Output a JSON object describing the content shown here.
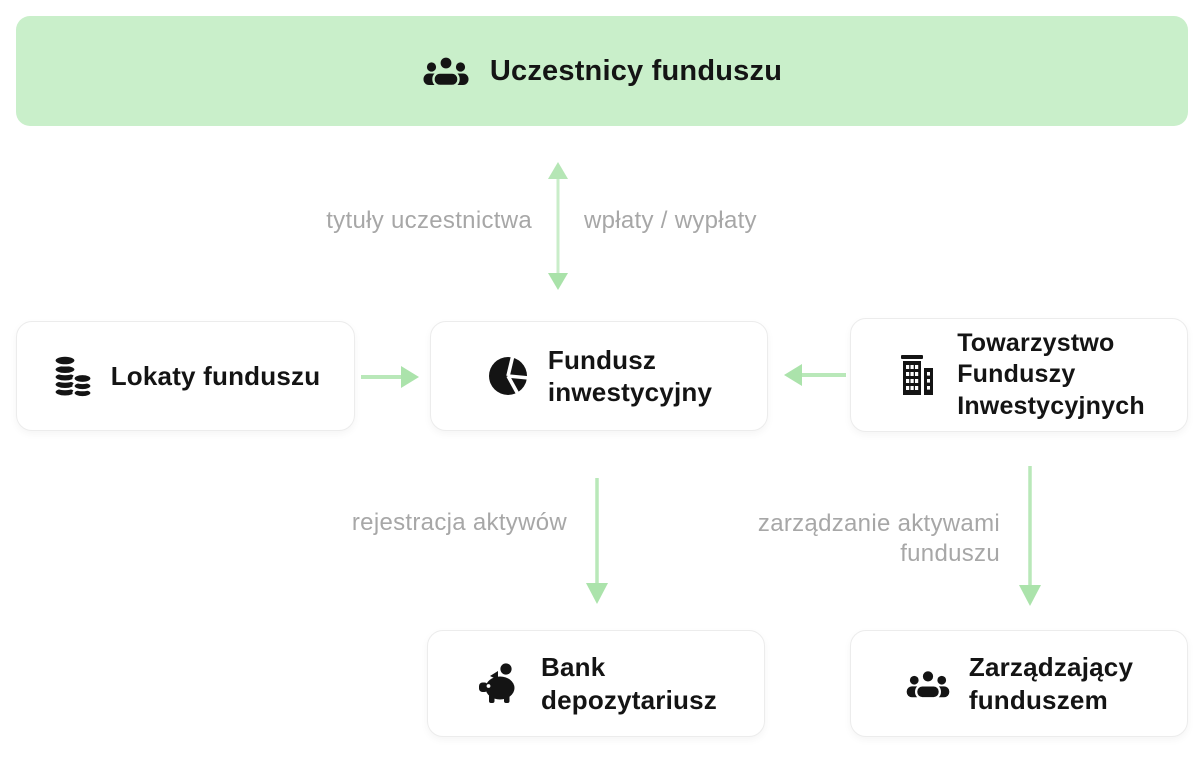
{
  "diagram": {
    "banner": {
      "label": "Uczestnicy funduszu",
      "icon": "people-group-icon"
    },
    "flow_labels": {
      "participation_titles": "tytuły uczestnictwa",
      "payments": "wpłaty / wypłaty",
      "asset_registration": "rejestracja aktywów",
      "asset_management": "zarządzanie aktywami\nfunduszu"
    },
    "nodes": {
      "lokaty": {
        "label": "Lokaty funduszu",
        "icon": "coins-icon"
      },
      "fundusz": {
        "label": "Fundusz\ninwestycyjny",
        "icon": "pie-chart-icon"
      },
      "tfi": {
        "label": "Towarzystwo\nFunduszy\nInwestycyjnych",
        "icon": "building-icon"
      },
      "bank": {
        "label": "Bank\ndepozytariusz",
        "icon": "piggy-bank-icon"
      },
      "manager": {
        "label": "Zarządzający\nfunduszem",
        "icon": "people-group-icon"
      }
    },
    "colors": {
      "banner_green": "#c9efca",
      "arrow_green": "#b5e6b5",
      "label_gray": "#a7a7a7",
      "text_black": "#141414",
      "box_border": "#ececec",
      "background": "#ffffff"
    }
  }
}
